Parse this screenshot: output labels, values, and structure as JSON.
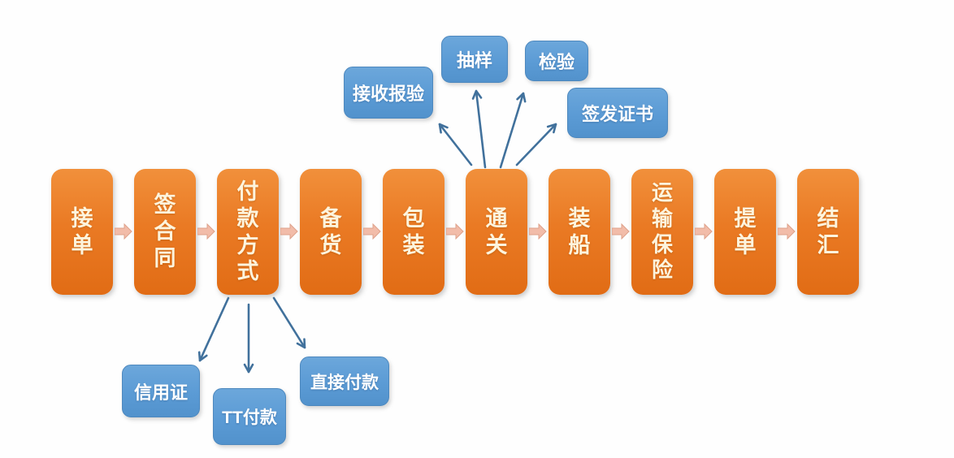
{
  "diagram": {
    "type": "process-flowchart",
    "language": "zh-CN",
    "colors": {
      "process_box": "#ea7a24",
      "branch_box": "#5b9bd5",
      "connector_arrow": "#f2bca9",
      "branch_line": "#41719c",
      "background": "#fefefe",
      "process_text": "#fdf4dd",
      "branch_text": "#ffffff"
    },
    "main_flow": {
      "steps": [
        {
          "label": "接单"
        },
        {
          "label": "签合同"
        },
        {
          "label": "付款方式"
        },
        {
          "label": "备货"
        },
        {
          "label": "包装"
        },
        {
          "label": "通关"
        },
        {
          "label": "装船"
        },
        {
          "label": "运输保险"
        },
        {
          "label": "提单"
        },
        {
          "label": "结汇"
        }
      ]
    },
    "inspection_branch": {
      "source": "通关",
      "items": [
        {
          "label": "接收报验"
        },
        {
          "label": "抽样"
        },
        {
          "label": "检验"
        },
        {
          "label": "签发证书"
        }
      ]
    },
    "payment_branch": {
      "source": "付款方式",
      "items": [
        {
          "label": "信用证"
        },
        {
          "label": "TT付款"
        },
        {
          "label": "直接付款"
        }
      ]
    }
  }
}
